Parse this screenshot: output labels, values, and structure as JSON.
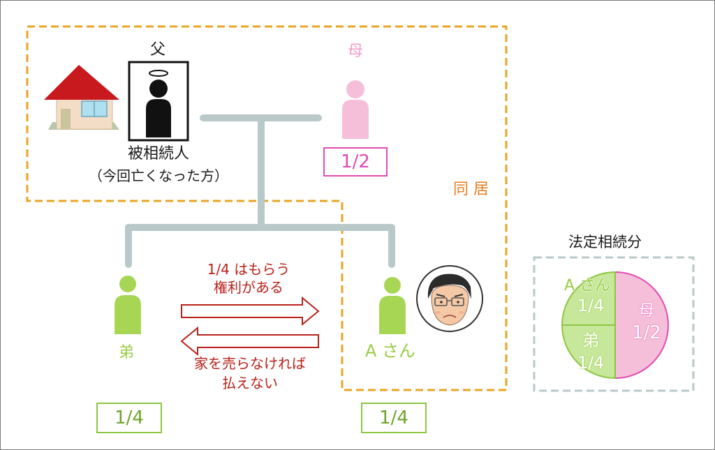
{
  "colors": {
    "frame": "#e8a523",
    "tree": "#b9c8c9",
    "green": "#99cc44",
    "pink": "#e24bb4",
    "pink_fill": "#f6bfd9",
    "red": "#b8201a",
    "orange_text": "#e67e22",
    "share_frame": "#b9c8c9"
  },
  "father": {
    "label": "父",
    "desc_line1": "被相続人",
    "desc_line2": "（今回亡くなった方）"
  },
  "mother": {
    "label": "母",
    "share": "1/2"
  },
  "living_together": "同 居",
  "brother": {
    "label": "弟",
    "share": "1/4"
  },
  "a_san": {
    "label": "A さん",
    "share": "1/4"
  },
  "arrows": {
    "right_line1": "1/4 はもらう",
    "right_line2": "権利がある",
    "left_line1": "家を売らなければ",
    "left_line2": "払えない"
  },
  "legal_share": {
    "title": "法定相続分",
    "a_label": "A さん",
    "a_value": "1/4",
    "brother_label": "弟",
    "brother_value": "1/4",
    "mother_label": "母",
    "mother_value": "1/2"
  },
  "icons": [
    "house-icon",
    "deceased-person-icon",
    "halo-icon",
    "person-icon",
    "worried-man-icon",
    "arrow-right-icon",
    "arrow-left-icon",
    "pie-chart-icon"
  ]
}
